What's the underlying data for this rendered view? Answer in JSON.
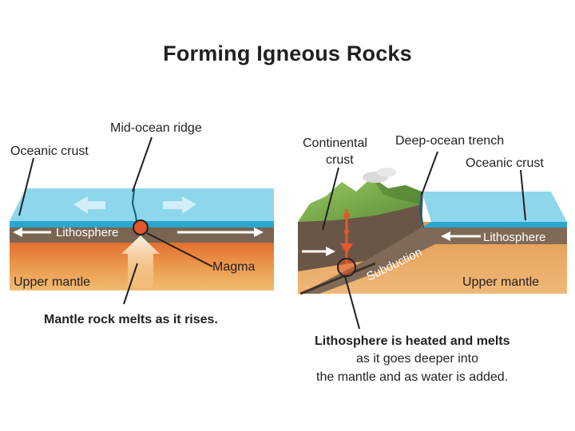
{
  "title": "Forming Igneous Rocks",
  "left": {
    "oceanic_crust": "Oceanic crust",
    "mid_ocean_ridge": "Mid-ocean ridge",
    "lithosphere": "Lithosphere",
    "magma": "Magma",
    "upper_mantle": "Upper mantle",
    "caption": "Mantle rock melts as it rises."
  },
  "right": {
    "continental_crust_line1": "Continental",
    "continental_crust_line2": "crust",
    "deep_ocean_trench": "Deep-ocean trench",
    "oceanic_crust": "Oceanic crust",
    "lithosphere": "Lithosphere",
    "subduction": "Subduction",
    "upper_mantle": "Upper mantle",
    "caption_line1": "Lithosphere is heated and melts",
    "caption_line2": "as it goes deeper into",
    "caption_line3": "the mantle and as water is added."
  },
  "colors": {
    "ocean_top": "#7fd0e8",
    "ocean_side": "#2aa6cf",
    "lithosphere": "#7a6552",
    "mantle": "#e9a04b",
    "magma": "#e2582a",
    "land": "#7cae4a"
  }
}
